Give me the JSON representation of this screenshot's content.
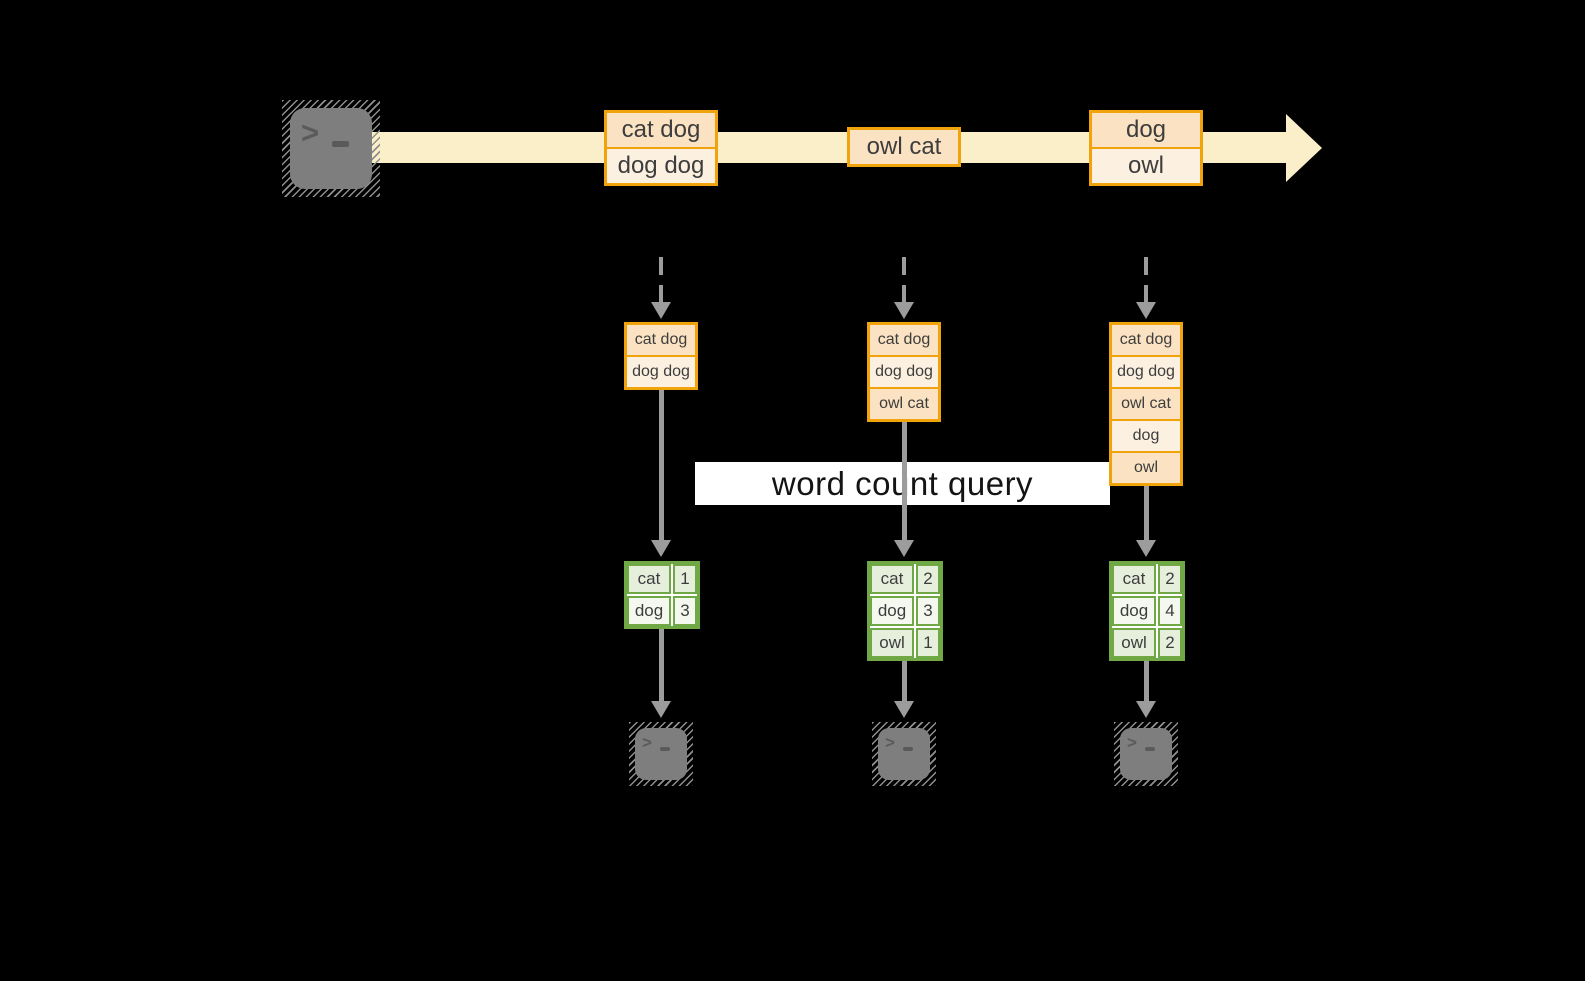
{
  "query_label": "word count query",
  "stream": {
    "messages": [
      {
        "lines": [
          "cat dog",
          "dog dog"
        ]
      },
      {
        "lines": [
          "owl cat"
        ]
      },
      {
        "lines": [
          "dog",
          "owl"
        ]
      }
    ]
  },
  "snapshots": [
    {
      "inputs": [
        "cat dog",
        "dog dog"
      ],
      "counts": [
        {
          "word": "cat",
          "count": "1"
        },
        {
          "word": "dog",
          "count": "3"
        }
      ]
    },
    {
      "inputs": [
        "cat dog",
        "dog dog",
        "owl cat"
      ],
      "counts": [
        {
          "word": "cat",
          "count": "2"
        },
        {
          "word": "dog",
          "count": "3"
        },
        {
          "word": "owl",
          "count": "1"
        }
      ]
    },
    {
      "inputs": [
        "cat dog",
        "dog dog",
        "owl cat",
        "dog",
        "owl"
      ],
      "counts": [
        {
          "word": "cat",
          "count": "2"
        },
        {
          "word": "dog",
          "count": "4"
        },
        {
          "word": "owl",
          "count": "2"
        }
      ]
    }
  ],
  "icons": {
    "terminal": "terminal-prompt-icon",
    "prompt_chevron": ">"
  },
  "colors": {
    "background": "#000000",
    "stream_band": "#FBEFC9",
    "orange_border": "#F0A30A",
    "orange_fill_dark": "#FAE2C2",
    "orange_fill_light": "#FCF1E0",
    "green_border": "#70A845",
    "green_fill_dark": "#E6EEDC",
    "green_fill_light": "#F4F8EF",
    "arrow_gray": "#9C9C9C",
    "terminal_gray": "#7E7E7E",
    "query_band_bg": "#FFFFFF",
    "cell_text": "#3D3D3D"
  }
}
